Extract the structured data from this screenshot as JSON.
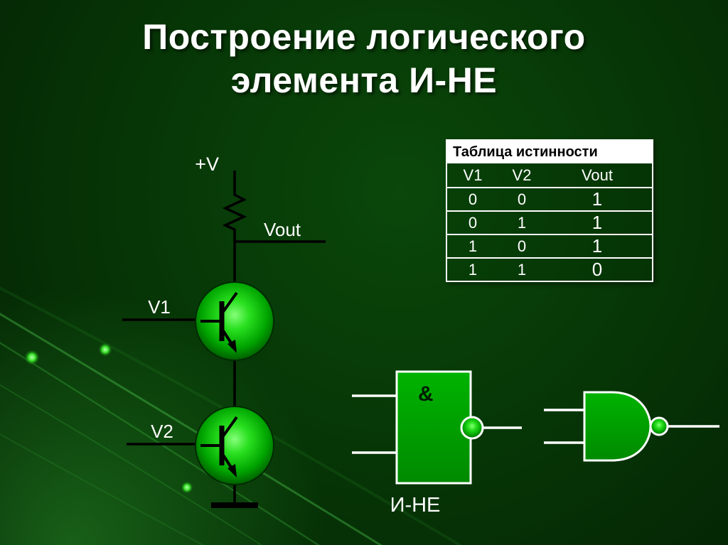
{
  "slide": {
    "title_lines": [
      "Построение логического",
      "элемента И-НЕ"
    ]
  },
  "circuit": {
    "vplus_label": "+V",
    "vout_label": "Vout",
    "v1_label": "V1",
    "v2_label": "V2"
  },
  "truth_table": {
    "title": "Таблица истинности",
    "columns": [
      "V1",
      "V2",
      "Vout"
    ],
    "rows": [
      [
        "0",
        "0",
        "1"
      ],
      [
        "0",
        "1",
        "1"
      ],
      [
        "1",
        "0",
        "1"
      ],
      [
        "1",
        "1",
        "0"
      ]
    ]
  },
  "gates": {
    "iec_symbol": "&",
    "nand_label": "И-НЕ"
  },
  "colors": {
    "background": "#063406",
    "bright_green": "#00A500",
    "wire_black": "#000000",
    "text_white": "#FFFFFF"
  }
}
